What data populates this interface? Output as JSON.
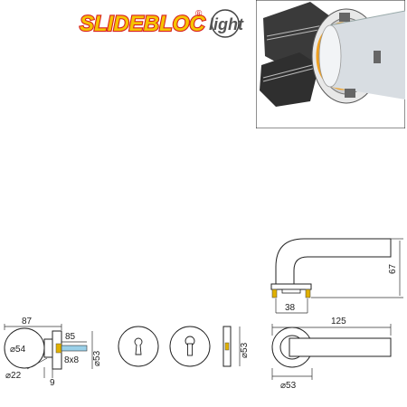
{
  "brand": {
    "name": "SLIDEBLOC",
    "registered": "®",
    "suffix": "light"
  },
  "photo": {
    "alt": ""
  },
  "dimensions": {
    "handle_length": "125",
    "handle_height": "67",
    "base_width": "38",
    "rosette_diameter": "⌀53",
    "knob_depth": "87",
    "knob_diameter": "⌀54",
    "stem_diameter": "⌀22",
    "rosette_thickness": "9",
    "spindle_length": "85",
    "spindle_square": "8x8",
    "escutcheon_diameter": "⌀53",
    "escutcheon_side_diameter": "⌀53",
    "handle_rosette_diameter": "⌀53"
  },
  "colors": {
    "brand_red": "#d82020",
    "brand_yellow": "#f5c400",
    "accent_orange": "#f0a020",
    "spindle_blue": "#9ad0e8",
    "pin_yellow": "#e0b000"
  }
}
